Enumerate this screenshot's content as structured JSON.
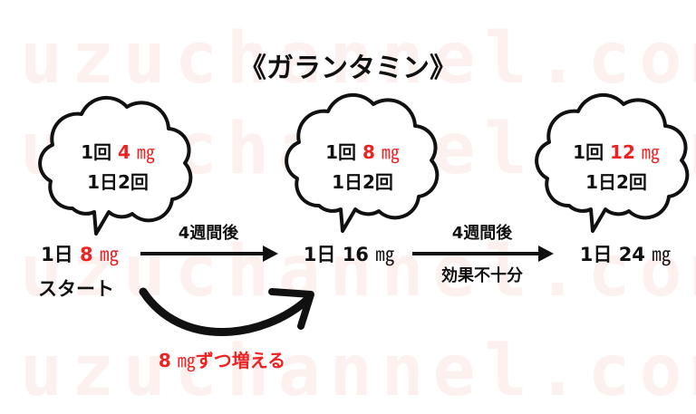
{
  "watermark": "uzuchannel.com",
  "title": "《ガランタミン》",
  "unit": "㎎",
  "accent_color": "#ee2222",
  "stages": [
    {
      "dose_prefix": "1回",
      "dose": "4",
      "freq": "1日2回",
      "daily_prefix": "1日",
      "daily": "8",
      "daily_red": true,
      "note": "スタート"
    },
    {
      "dose_prefix": "1回",
      "dose": "8",
      "freq": "1日2回",
      "daily_prefix": "1日",
      "daily": "16",
      "daily_red": false
    },
    {
      "dose_prefix": "1回",
      "dose": "12",
      "freq": "1日2回",
      "daily_prefix": "1日",
      "daily": "24",
      "daily_red": false
    }
  ],
  "arrows": [
    {
      "label_above": "4週間後"
    },
    {
      "label_above": "4週間後",
      "label_below": "効果不十分"
    }
  ],
  "increment": {
    "amount": "8",
    "text": "ずつ増える"
  }
}
